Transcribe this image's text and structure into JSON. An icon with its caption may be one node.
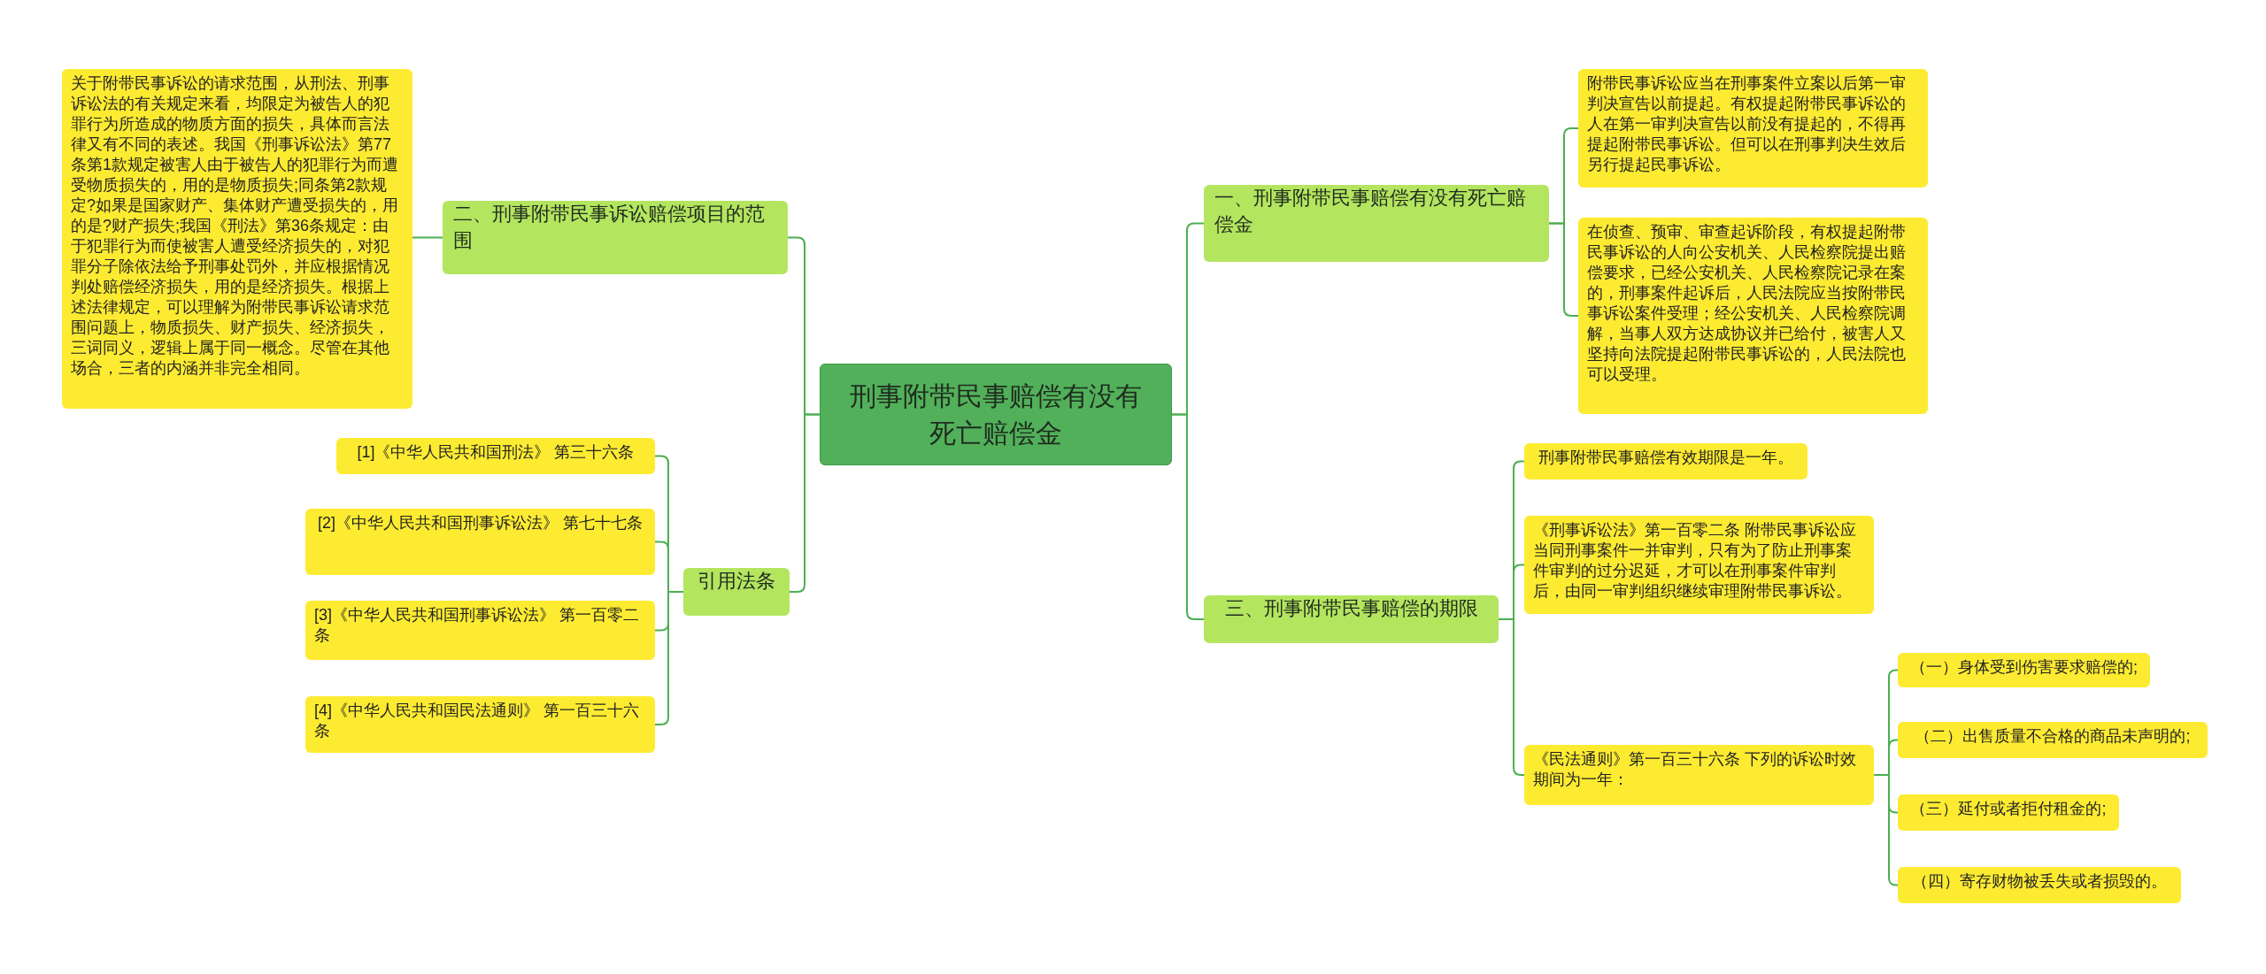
{
  "diagram": {
    "nodes": [
      {
        "text": [
          "刑事附带民事赔偿有没有死亡赔偿金"
        ]
      },
      {
        "text": [
          "二、刑事附带民事诉讼赔偿项目的范围"
        ]
      },
      {
        "text": [
          "关于附带民事诉讼的请求范围，从刑法、刑事诉讼法的有关规定来看，均限定为被告人的犯罪行为所造成的物质方面的损失，具体而言法律又有不同的表述。我国《刑事诉讼法》第77条第1款规定被害人由于被告人的犯罪行为而遭受物质损失的，用的是物质损失;同条第2款规定?如果是国家财产、集体财产遭受损失的，用的是?财产损失;我国《刑法》第36条规定：由于犯罪行为而使被害人遭受经济损失的，对犯罪分子除依法给予刑事处罚外，并应根据情况判处赔偿经济损失，用的是经济损失。根据上述法律规定，可以理解为附带民事诉讼请求范围问题上，物质损失、财产损失、经济损失，三词同义，逻辑上属于同一概念。尽管在其他场合，三者的内涵并非完全相同。"
        ]
      },
      {
        "text": [
          "引用法条"
        ]
      },
      {
        "text": [
          "[1]《中华人民共和国刑法》 第三十六条"
        ]
      },
      {
        "text": [
          "[2]《中华人民共和国刑事诉讼法》 第七十七条"
        ]
      },
      {
        "text": [
          "[3]《中华人民共和国刑事诉讼法》 第一百零二条"
        ]
      },
      {
        "text": [
          "[4]《中华人民共和国民法通则》 第一百三十六条"
        ]
      },
      {
        "text": [
          "一、刑事附带民事赔偿有没有死亡赔偿金"
        ]
      },
      {
        "text": [
          "附带民事诉讼应当在刑事案件立案以后第一审判决宣告以前提起。有权提起附带民事诉讼的人在第一审判决宣告以前没有提起的，不得再提起附带民事诉讼。但可以在刑事判决生效后另行提起民事诉讼。"
        ]
      },
      {
        "text": [
          "在侦查、预审、审查起诉阶段，有权提起附带民事诉讼的人向公安机关、人民检察院提出赔偿要求，已经公安机关、人民检察院记录在案的，刑事案件起诉后，人民法院应当按附带民事诉讼案件受理；经公安机关、人民检察院调解，当事人双方达成协议并已给付，被害人又坚持向法院提起附带民事诉讼的，人民法院也可以受理。"
        ]
      },
      {
        "text": [
          "三、刑事附带民事赔偿的期限"
        ]
      },
      {
        "text": [
          "刑事附带民事赔偿有效期限是一年。"
        ]
      },
      {
        "text": [
          "《刑事诉讼法》第一百零二条 附带民事诉讼应当同刑事案件一并审判，只有为了防止刑事案件审判的过分迟延，才可以在刑事案件审判后，由同一审判组织继续审理附带民事诉讼。"
        ]
      },
      {
        "text": [
          "《民法通则》第一百三十六条 下列的诉讼时效期间为一年："
        ]
      },
      {
        "text": [
          "（一）身体受到伤害要求赔偿的;"
        ]
      },
      {
        "text": [
          "（二）出售质量不合格的商品未声明的;"
        ]
      },
      {
        "text": [
          "（三）延付或者拒付租金的;"
        ]
      },
      {
        "text": [
          "（四）寄存财物被丢失或者损毁的。"
        ]
      }
    ],
    "edges": [
      {
        "from": 0,
        "to": 1,
        "arrow": "none"
      },
      {
        "from": 1,
        "to": 2,
        "arrow": "none"
      },
      {
        "from": 0,
        "to": 3,
        "arrow": "none"
      },
      {
        "from": 3,
        "to": 4,
        "arrow": "none"
      },
      {
        "from": 3,
        "to": 5,
        "arrow": "none"
      },
      {
        "from": 3,
        "to": 6,
        "arrow": "none"
      },
      {
        "from": 3,
        "to": 7,
        "arrow": "none"
      },
      {
        "from": 0,
        "to": 8,
        "arrow": "none"
      },
      {
        "from": 8,
        "to": 9,
        "arrow": "none"
      },
      {
        "from": 8,
        "to": 10,
        "arrow": "none"
      },
      {
        "from": 0,
        "to": 11,
        "arrow": "none"
      },
      {
        "from": 11,
        "to": 12,
        "arrow": "none"
      },
      {
        "from": 11,
        "to": 13,
        "arrow": "none"
      },
      {
        "from": 11,
        "to": 14,
        "arrow": "none"
      },
      {
        "from": 14,
        "to": 15,
        "arrow": "none"
      },
      {
        "from": 14,
        "to": 16,
        "arrow": "none"
      },
      {
        "from": 14,
        "to": 17,
        "arrow": "none"
      },
      {
        "from": 14,
        "to": 18,
        "arrow": "none"
      }
    ]
  }
}
